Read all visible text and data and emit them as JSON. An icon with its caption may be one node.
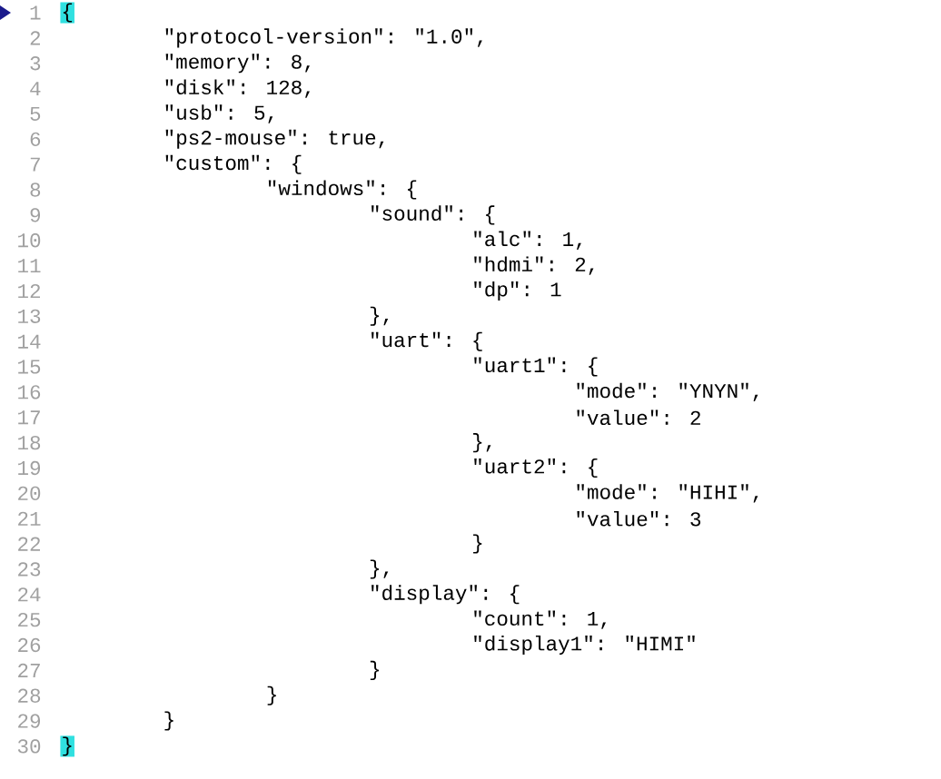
{
  "diagram": {
    "labels": [
      "1",
      "{",
      "2",
      "\"protocol-version\": \"1.0\",",
      "3",
      "\"memory\": 8,",
      "4",
      "\"disk\": 128,",
      "5",
      "\"usb\": 5,",
      "6",
      "\"ps2-mouse\": true,",
      "7",
      "\"custom\": {",
      "8",
      "\"windows\": {",
      "9",
      "\"sound\": {",
      "10",
      "\"alc\": 1,",
      "11",
      "\"hdmi\": 2,",
      "12",
      "\"dp\": 1",
      "13",
      "},",
      "14",
      "\"uart\": {",
      "15",
      "\"uart1\": {",
      "16",
      "\"mode\": \"YNYN\",",
      "17",
      "\"value\": 2",
      "18",
      "},",
      "19",
      "\"uart2\": {",
      "20",
      "\"mode\": \"HIHI\",",
      "21",
      "\"value\": 3",
      "22",
      "}",
      "23",
      "},",
      "24",
      "\"display\": {",
      "25",
      "\"count\": 1,",
      "26",
      "\"display1\": \"HIMI\"",
      "27",
      "}",
      "28",
      "}",
      "29",
      "}",
      "30",
      "}"
    ]
  }
}
